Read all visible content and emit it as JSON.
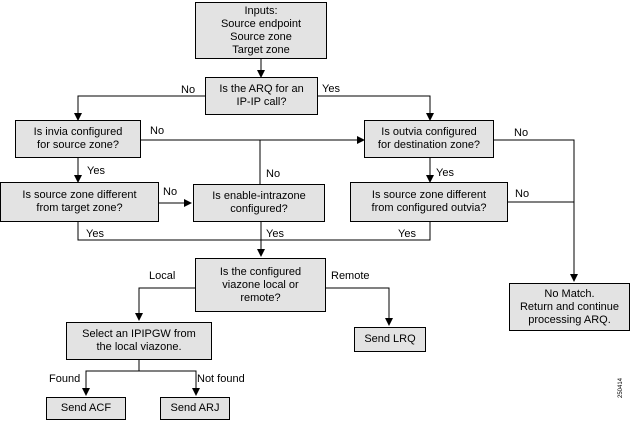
{
  "boxes": {
    "inputs": [
      "Inputs:",
      "Source endpoint",
      "Source zone",
      "Target zone"
    ],
    "arq_ipip": [
      "Is the ARQ for an",
      "IP-IP call?"
    ],
    "invia": [
      "Is invia configured",
      "for source zone?"
    ],
    "outvia": [
      "Is outvia configured",
      "for destination zone?"
    ],
    "src_diff_target": [
      "Is source zone different",
      "from target zone?"
    ],
    "intrazone": [
      "Is enable-intrazone",
      "configured?"
    ],
    "src_diff_outvia": [
      "Is source zone different",
      "from configured outvia?"
    ],
    "viazone": [
      "Is the configured",
      "viazone local or",
      "remote?"
    ],
    "select_ipipgw": [
      "Select an IPIPGW from",
      "the local viazone."
    ],
    "send_lrq": [
      "Send LRQ"
    ],
    "send_acf": [
      "Send ACF"
    ],
    "send_arj": [
      "Send ARJ"
    ],
    "no_match": [
      "No Match.",
      "Return and continue",
      "processing ARQ."
    ]
  },
  "labels": {
    "no": "No",
    "yes": "Yes",
    "local": "Local",
    "remote": "Remote",
    "found": "Found",
    "not_found": "Not found"
  },
  "figure_id": "250414"
}
